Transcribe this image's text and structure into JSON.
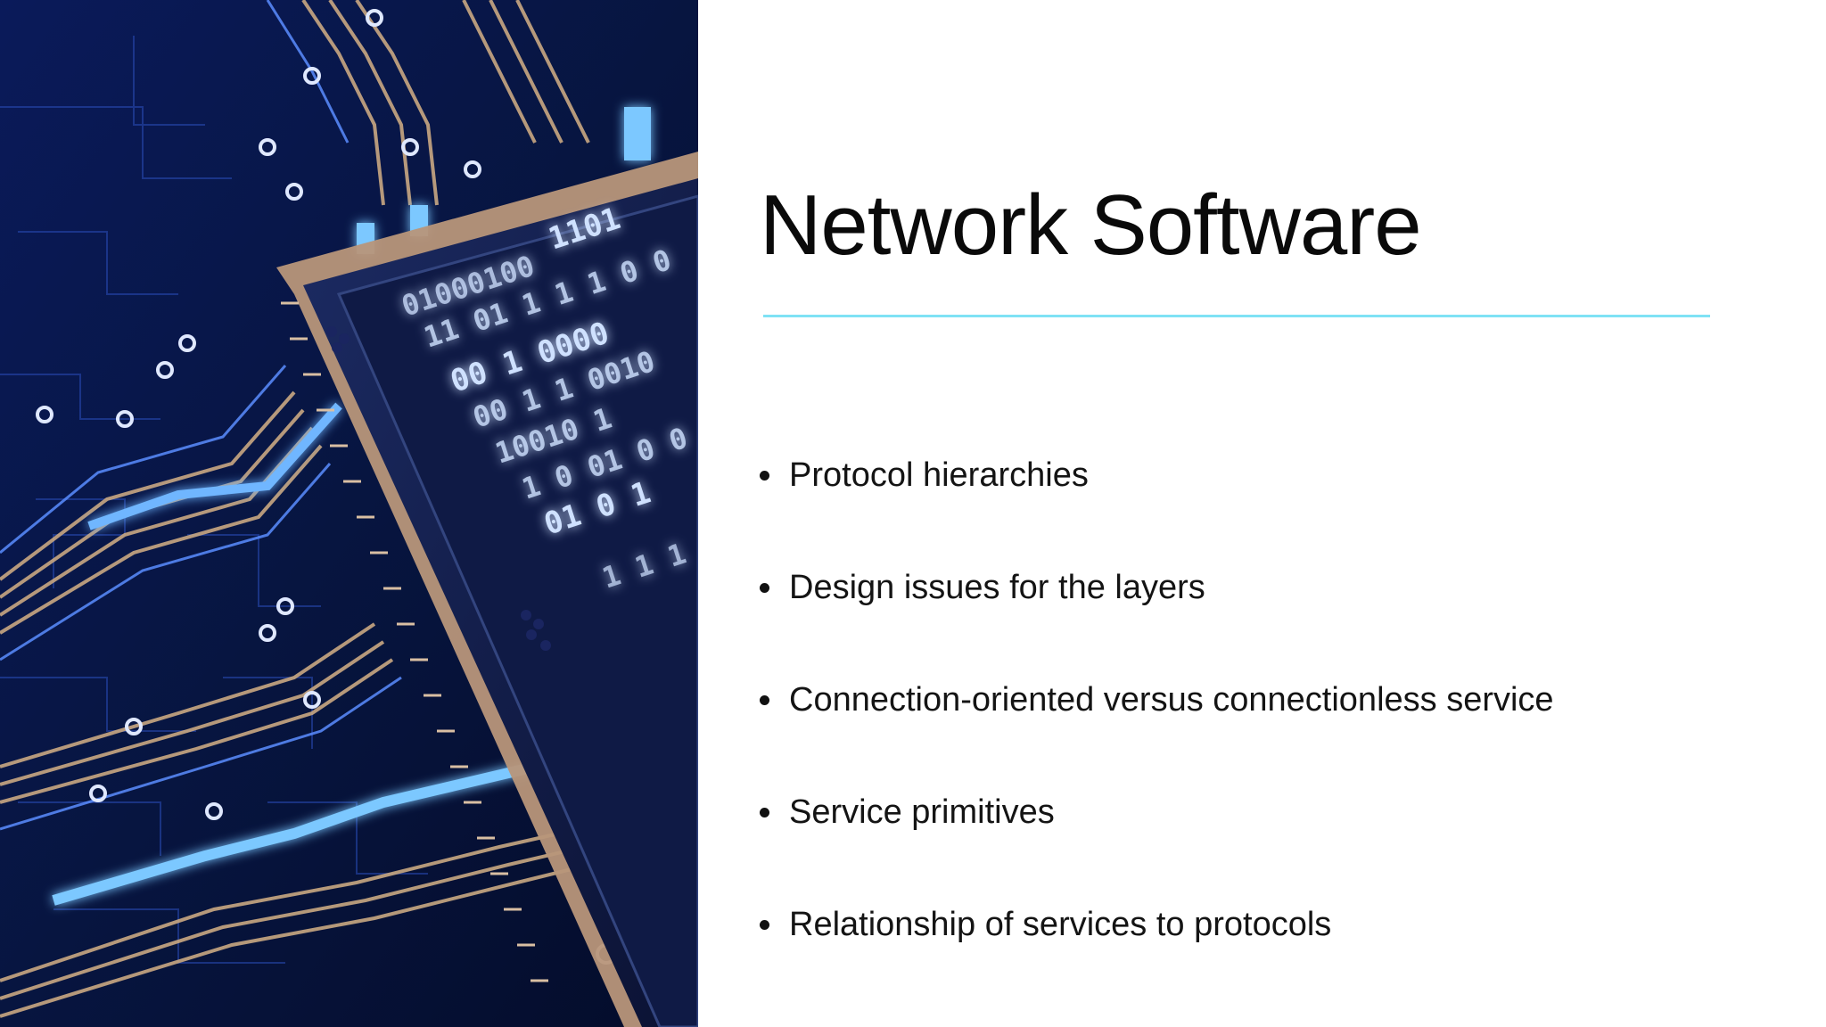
{
  "slide": {
    "title": "Network Software",
    "accent_color": "#7fe2f5",
    "bullets": [
      {
        "text": "Protocol hierarchies"
      },
      {
        "text": "Design issues for the layers"
      },
      {
        "text": "Connection-oriented versus connectionless service"
      },
      {
        "text": "Service primitives"
      },
      {
        "text": "Relationship of services to protocols"
      }
    ]
  },
  "image": {
    "icon": "circuit-board-chip-image",
    "binary_rows": [
      "1101",
      "01000100",
      "11 01 1 1 1 0 0",
      "00 1 0000",
      "00 1 1 0010",
      "10010 1",
      "1 0 01 0 0",
      "01 0 1",
      "1 1 1"
    ]
  }
}
